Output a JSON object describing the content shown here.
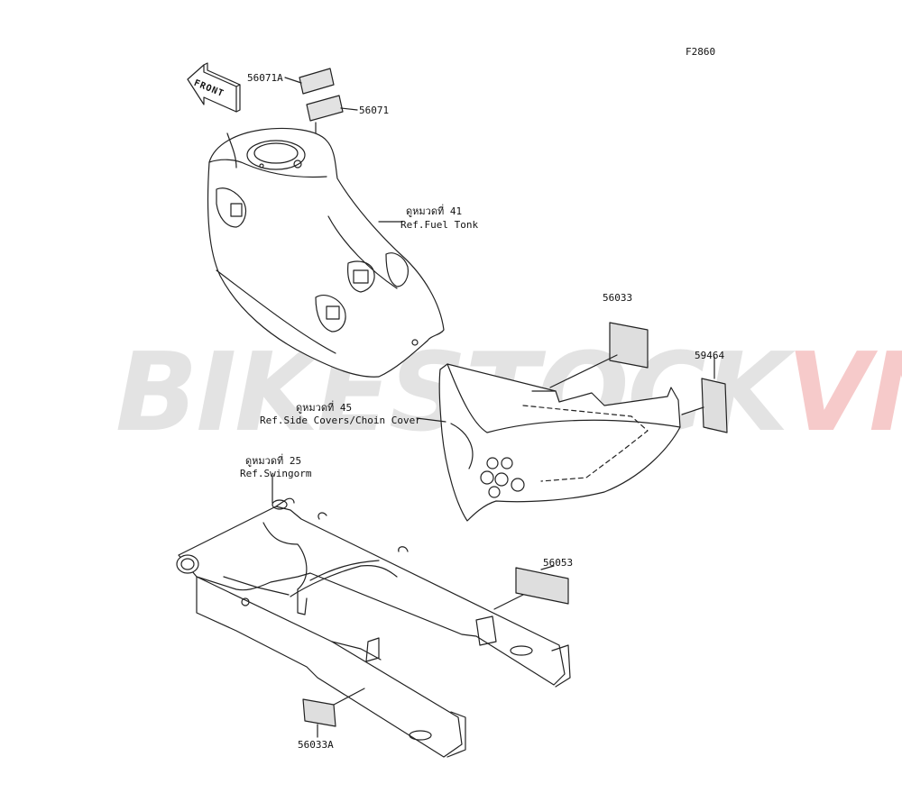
{
  "diagram_code": "F2860",
  "watermark": {
    "text_main": "BIKESTOCK",
    "text_accent": "VN",
    "main_color": "#8a8a8a",
    "accent_color": "#d92020"
  },
  "front_arrow": {
    "text": "FRONT"
  },
  "parts": {
    "p56071a": "56071A",
    "p56071": "56071",
    "p56033": "56033",
    "p59464": "59464",
    "p56053": "56053",
    "p56033a": "56033A"
  },
  "refs": {
    "fuel_tank": {
      "th": "ดูหมวดที่ 41",
      "en": "Ref.Fuel Tonk"
    },
    "side_covers": {
      "th": "ดูหมวดที่ 45",
      "en": "Ref.Side Covers/Choin Cover"
    },
    "swingarm": {
      "th": "ดูหมวดที่ 25",
      "en": "Ref.Swingorm"
    }
  },
  "colors": {
    "line": "#222222",
    "decal_fill": "#dcdcdc"
  }
}
